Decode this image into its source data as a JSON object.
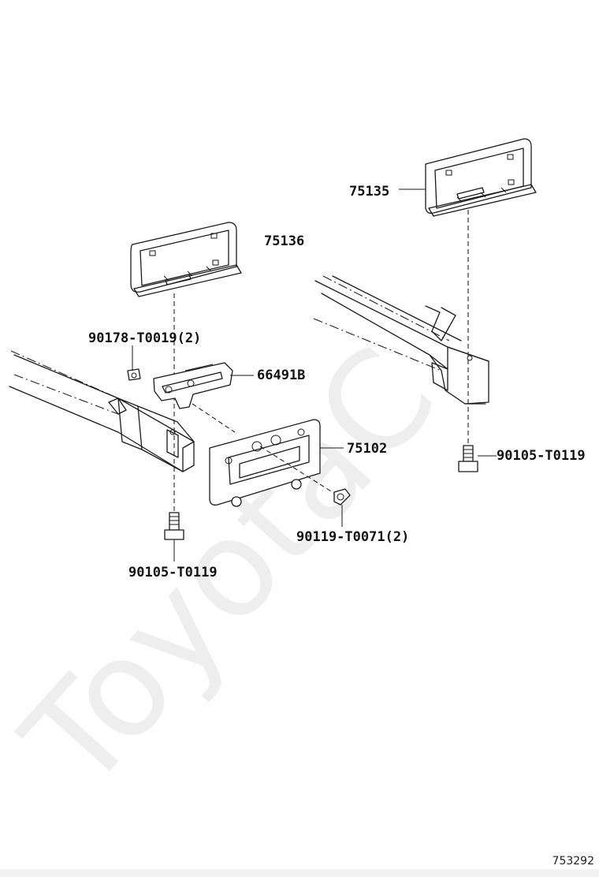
{
  "diagram": {
    "watermark": "ToyotaC",
    "reference_number": "753292",
    "labels": {
      "frame_rear_upper": "75135",
      "frame_front_upper": "75136",
      "clip_front": "90178-T0019(2)",
      "bracket": "66491B",
      "plate_bracket": "75102",
      "bolt_right": "90105-T0119",
      "bolt_side": "90119-T0071(2)",
      "bolt_left": "90105-T0119"
    }
  }
}
